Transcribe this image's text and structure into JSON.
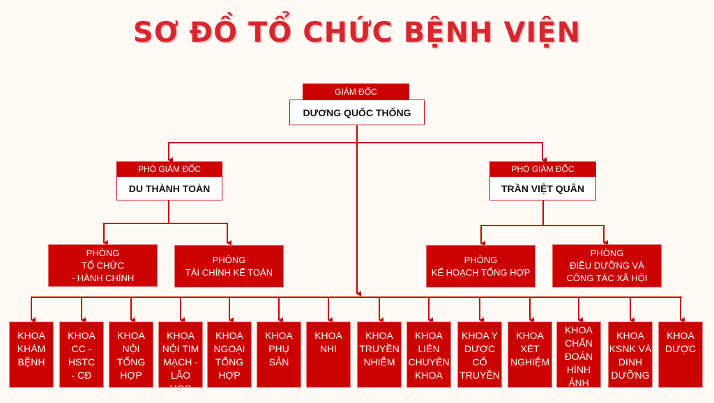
{
  "title": "SƠ ĐỒ TỔ CHỨC BỆNH VIỆN",
  "director": {
    "role": "GIÁM ĐỐC",
    "name": "DƯƠNG QUỐC THỐNG"
  },
  "deputies": [
    {
      "role": "PHÓ GIÁM ĐỐC",
      "name": "DU THÀNH TOÀN"
    },
    {
      "role": "PHÓ GIÁM ĐỐC",
      "name": "TRẦN VIỆT QUÂN"
    }
  ],
  "offices": [
    "PHÒNG\nTỔ CHỨC\n- HÀNH CHÍNH",
    "PHÒNG\nTÀI CHÍNH KẾ TOÁN",
    "PHÒNG\nKẾ HOẠCH TỔNG HỢP",
    "PHÒNG\nĐIỀU DƯỠNG VÀ\nCÔNG TÁC XÃ HỘI"
  ],
  "departments": [
    "KHOA\nKHÁM\nBỆNH",
    "KHOA\nCC -\nHSTC\n- CĐ",
    "KHOA\nNỘI\nTỔNG\nHỢP",
    "KHOA\nNỘI TIM\nMẠCH -\nLÃO HỌC",
    "KHOA\nNGOẠI\nTỔNG\nHỢP",
    "KHOA\nPHỤ SẢN",
    "KHOA\nNHI",
    "KHOA\nTRUYỀN\nNHIỄM",
    "KHOA\nLIÊN\nCHUYÊN\nKHOA",
    "KHOA Y\nDƯỢC\nCỔ\nTRUYỀN",
    "KHOA\nXÉT\nNGHIỆM",
    "KHOA\nCHẨN\nĐOÁN\nHÌNH\nẢNH",
    "KHOA\nKSNK VÀ\nDINH\nDƯỠNG",
    "KHOA\nDƯỢC"
  ],
  "colors": {
    "accent": "#cc0000",
    "title": "#d7262e",
    "background": "#fffaf6"
  }
}
